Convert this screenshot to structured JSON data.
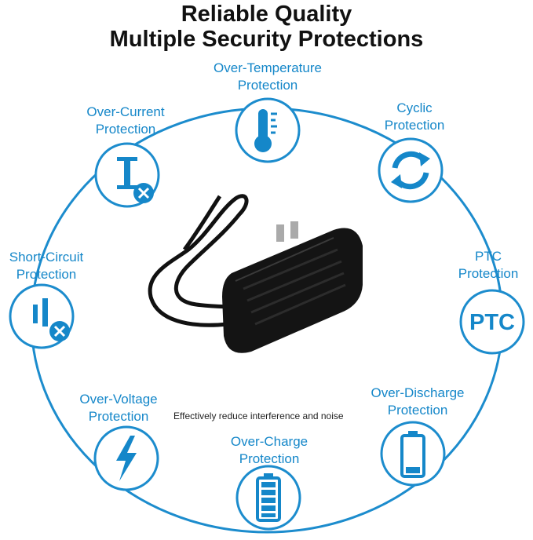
{
  "title": {
    "line1": "Reliable Quality",
    "line2": "Multiple Security Protections"
  },
  "tagline": "Effectively reduce interference and noise",
  "colors": {
    "accent": "#1587c9",
    "ring": "#1c8ccd",
    "adapter": "#111111"
  },
  "protections": [
    {
      "line1": "Over-Temperature",
      "line2": "Protection",
      "icon": "thermometer-icon"
    },
    {
      "line1": "Cyclic",
      "line2": "Protection",
      "icon": "cycle-arrows-icon"
    },
    {
      "line1": "PTC",
      "line2": "Protection",
      "icon": "ptc-icon",
      "badge_text": "PTC"
    },
    {
      "line1": "Over-Discharge",
      "line2": "Protection",
      "icon": "low-battery-icon"
    },
    {
      "line1": "Over-Charge",
      "line2": "Protection",
      "icon": "full-battery-icon"
    },
    {
      "line1": "Over-Voltage",
      "line2": "Protection",
      "icon": "lightning-icon"
    },
    {
      "line1": "Short-Circuit",
      "line2": "Protection",
      "icon": "short-circuit-icon"
    },
    {
      "line1": "Over-Current",
      "line2": "Protection",
      "icon": "current-x-icon"
    }
  ]
}
